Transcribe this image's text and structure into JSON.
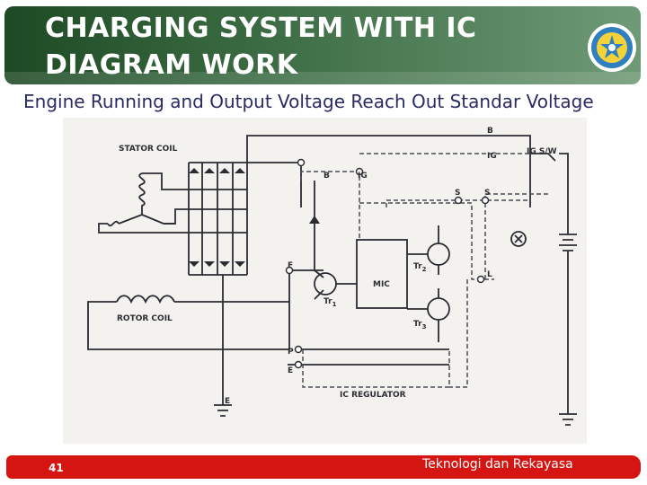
{
  "header": {
    "title": "CHARGING SYSTEM WITH IC\nDIAGRAM WORK"
  },
  "subtitle": "Engine Running and Output Voltage Reach  Out Standar Voltage",
  "diagram": {
    "labels": {
      "stator_coil": "STATOR COIL",
      "rotor_coil": "ROTOR COIL",
      "ic_regulator": "IC REGULATOR",
      "mic": "MIC",
      "tr1": "Tr",
      "tr1_sub": "1",
      "tr2": "Tr",
      "tr2_sub": "2",
      "tr3": "Tr",
      "tr3_sub": "3",
      "b_terminal": "B",
      "b_top": "B",
      "ig_terminal": "IG",
      "ig_top": "IG",
      "ig_switch": "IG S/W",
      "s_left": "S",
      "s_right": "S",
      "f_terminal": "F",
      "l_terminal": "L",
      "p_terminal": "P",
      "e_terminal": "E",
      "e_ground": "E"
    },
    "colors": {
      "wire": "#2b2b33",
      "dashed": "#4a4a55",
      "background": "#f3f2ee"
    }
  },
  "footer": {
    "page_number": "41",
    "text": "Teknologi dan Rekayasa"
  },
  "colors": {
    "header_green": "#2d5a35",
    "footer_red": "#d41512",
    "subtitle": "#2a2a66"
  }
}
